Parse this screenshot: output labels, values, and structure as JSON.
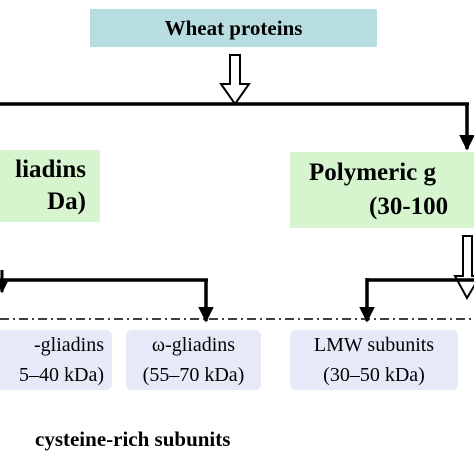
{
  "wheat": {
    "label": "Wheat proteins"
  },
  "gliadins": {
    "line1": "liadins",
    "line2": "Da)"
  },
  "polymeric": {
    "line1": "Polymeric g",
    "line2": "(30-100 "
  },
  "subunits": [
    {
      "name": "-gliadins",
      "range": "5–40 kDa)"
    },
    {
      "name": "ω-gliadins",
      "range": "(55–70 kDa)"
    },
    {
      "name": "LMW subunits",
      "range": "(30–50 kDa)"
    }
  ],
  "footer": "cysteine-rich subunits",
  "colors": {
    "title_box": "#b7dde0",
    "group_box": "#d6f5cf",
    "subunit_box": "#e6e9f7",
    "lines": "#000000"
  }
}
